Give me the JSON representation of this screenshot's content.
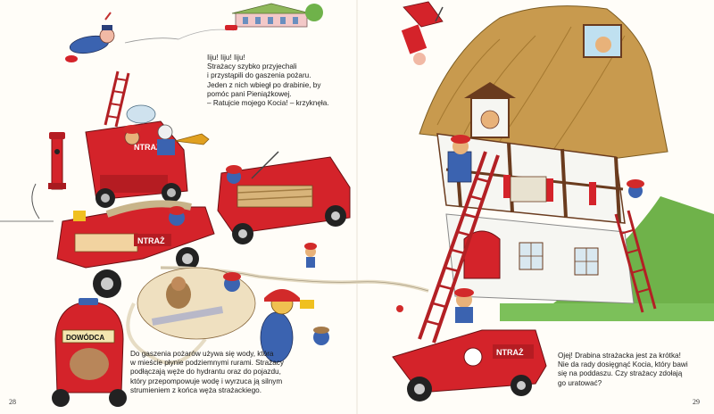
{
  "pages": {
    "left": {
      "number": "28",
      "top_paragraph": [
        "Iiju! Iiju! Iiju!",
        "Strażacy szybko przyjechali",
        "i przystąpili do gaszenia pożaru.",
        "Jeden z nich wbiegł po drabinie, by",
        "pomóc pani Pieniążkowej.",
        "– Ratujcie mojego Kocia! – krzyknęła."
      ],
      "bottom_paragraph": [
        "Do gaszenia pożarów używa się wody, która",
        "w mieście płynie podziemnymi rurami. Strażacy",
        "podłączają węże do hydrantu oraz do pojazdu,",
        "który przepompowuje wodę i wyrzuca ją silnym",
        "strumieniem z końca węża strażackiego."
      ]
    },
    "right": {
      "number": "29",
      "bottom_paragraph": [
        "Ojej! Drabina strażacka jest za krótka!",
        "Nie da rady dosięgnąć Kocia, który bawi",
        "się na poddaszu. Czy strażacy zdołają",
        "go uratować?"
      ]
    }
  },
  "signs": {
    "truck_front": "NTRAŻ",
    "truck_top": "NTRAŻ",
    "truck_ladder": "NTRAŻ",
    "commander_car": "DOWÓDCA"
  },
  "colors": {
    "fire_red": "#d4232a",
    "dark_red": "#8e1216",
    "thatch": "#c89a4e",
    "beam_brown": "#6a3b1e",
    "wall_white": "#f6f6f2",
    "ladder_red": "#b32024",
    "helmet_red": "#d22a2a",
    "coat_blue": "#3b63b0",
    "grass_green": "#6fb24a"
  }
}
